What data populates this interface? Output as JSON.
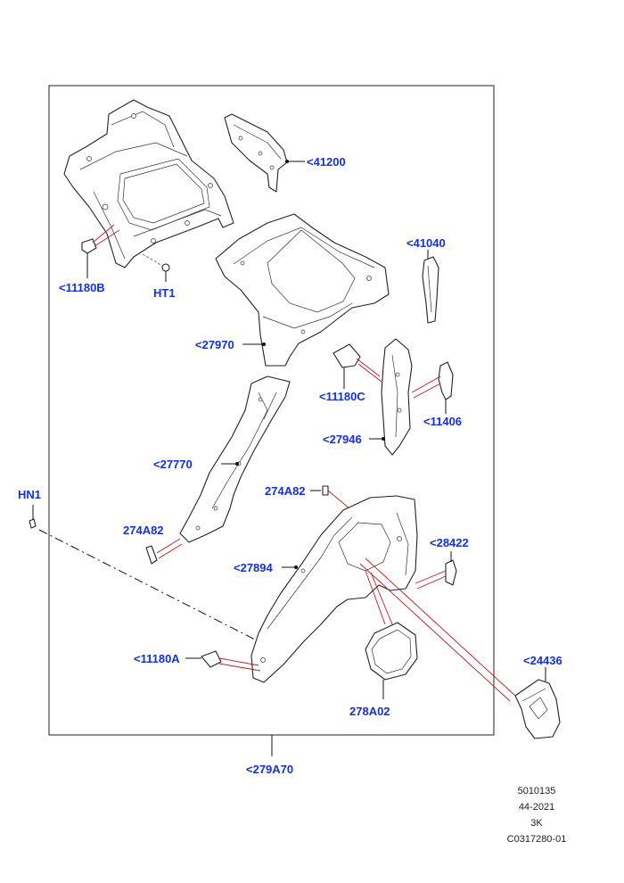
{
  "labels": {
    "l41200": "<41200",
    "l11180B": "<11180B",
    "lHT1": "HT1",
    "l41040": "<41040",
    "l27970": "<27970",
    "l11180C": "<11180C",
    "l11406": "<11406",
    "l27946": "<27946",
    "l27770": "<27770",
    "l274A82a": "274A82",
    "l274A82b": "274A82",
    "lHN1": "HN1",
    "l28422": "<28422",
    "l27894": "<27894",
    "l11180A": "<11180A",
    "l278A02": "278A02",
    "l24436": "<24436",
    "l279A70": "<279A70"
  },
  "meta": {
    "line1": "5010135",
    "line2": "44-2021",
    "line3": "3K",
    "line4": "C0317280-01"
  },
  "colors": {
    "label": "#1530d8",
    "callout": "#c4161c",
    "outline": "#222222"
  }
}
